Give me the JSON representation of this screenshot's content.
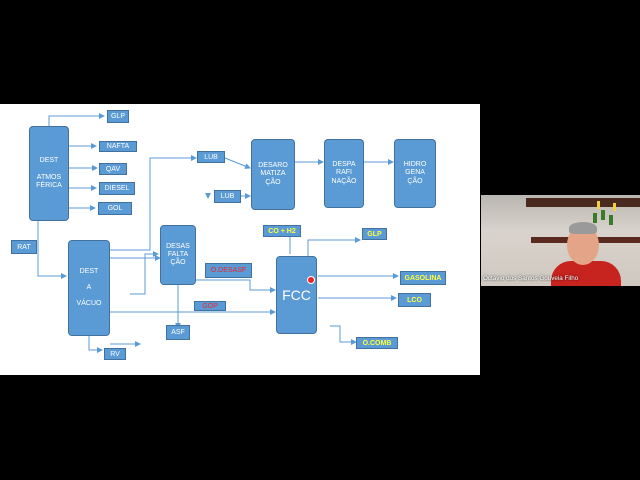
{
  "diagram": {
    "boxes": {
      "dest_atmos": "DEST\n\nATMOS\nFÉRICA",
      "dest_vacuo": "DEST\n\nA\n\nVÁCUO",
      "desasfaltacao": "DESAS\nFALTA\nÇÃO",
      "desaromatizacao": "DESARO\nMATIZA\nÇÃO",
      "desparafinacao": "DESPA\nRAFI\nNAÇÃO",
      "hidrogenacao": "HIDRO\nGENA\nÇÃO",
      "fcc": "FCC"
    },
    "labels": {
      "glp_top": "GLP",
      "nafta": "NAFTA",
      "qav": "QAV",
      "diesel": "DIESEL",
      "gol": "GOL",
      "rat": "RAT",
      "rv": "RV",
      "lub_top": "LUB",
      "lub_mid": "LUB",
      "asf": "ASF",
      "o_desasf": "O.DESASF",
      "gop": "GOP",
      "co_h2": "CO + H2",
      "glp_fcc": "GLP",
      "gasolina": "GASOLINA",
      "lco": "LCO",
      "o_comb": "O.COMB"
    }
  },
  "video": {
    "participant_name": "Octávio dos Santos Gouveia Filho"
  },
  "colors": {
    "box_fill": "#5b9bd5",
    "arrow": "#5b9bd5",
    "highlight_red": "#e8262a",
    "highlight_yellow": "#ffff3d"
  }
}
